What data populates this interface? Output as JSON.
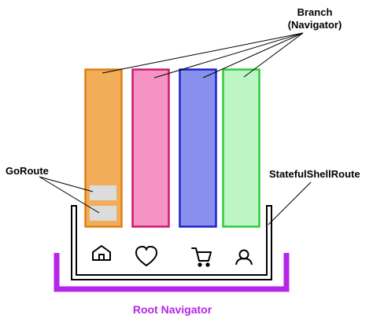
{
  "labels": {
    "branch_line1": "Branch",
    "branch_line2": "(Navigator)",
    "goroute": "GoRoute",
    "stateful_shell_route": "StatefulShellRoute",
    "root_navigator": "Root Navigator"
  },
  "colors": {
    "branch_1_fill": "#f2ad5a",
    "branch_1_stroke": "#e07f14",
    "branch_2_fill": "#f594c4",
    "branch_2_stroke": "#cc1a6b",
    "branch_3_fill": "#8890ee",
    "branch_3_stroke": "#1c22c8",
    "branch_4_fill": "#bef5c6",
    "branch_4_stroke": "#2fcc3a",
    "route_box_fill": "#dcdcdc",
    "root_navigator": "#b526e6"
  },
  "icons": [
    "home-icon",
    "heart-icon",
    "cart-icon",
    "person-icon"
  ]
}
